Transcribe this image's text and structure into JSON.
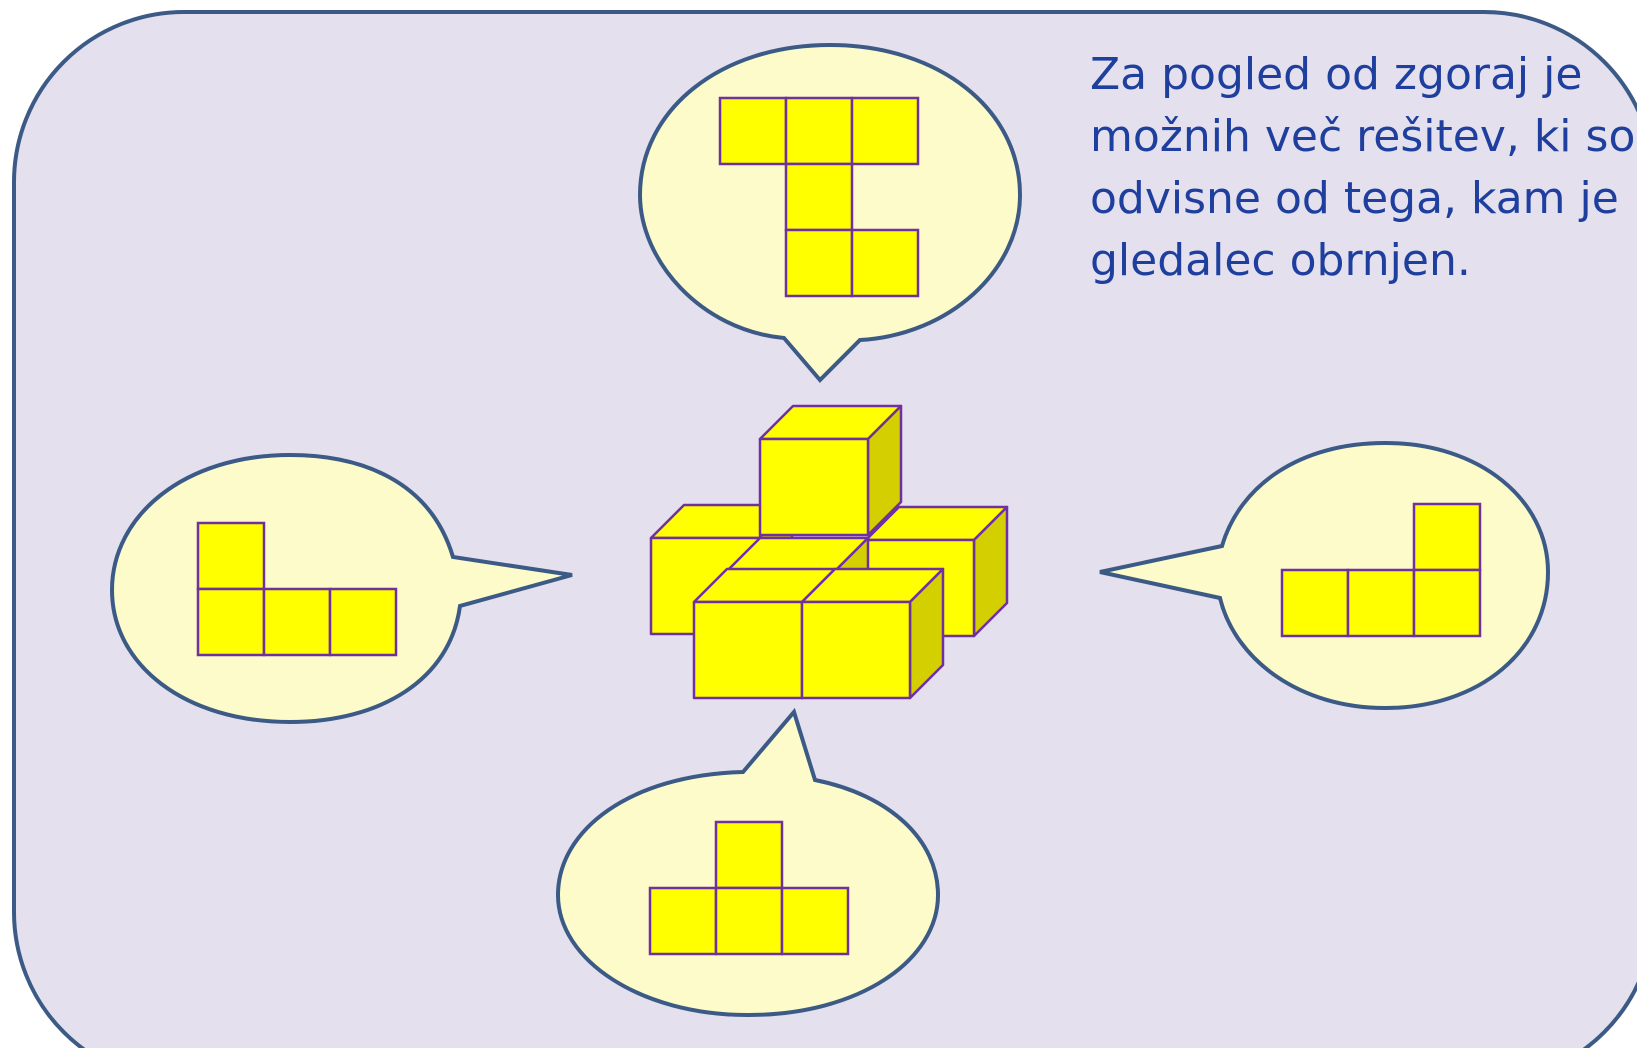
{
  "caption": {
    "lines": [
      "Za pogled od zgoraj je",
      "možnih več rešitev, ki so",
      "odvisne od tega, kam je",
      "gledalec obrnjen."
    ]
  },
  "colors": {
    "panel_fill": "#e4e0ee",
    "panel_border": "#3c5a86",
    "bubble_fill": "#fcfbc9",
    "bubble_border": "#3c5a86",
    "cube_face": "#ffff00",
    "cube_side": "#d3cf00",
    "cube_edge": "#7030a0",
    "caption_text": "#1f3f9f"
  },
  "views": [
    {
      "name": "top-view",
      "bubble": "top",
      "cells": [
        [
          0,
          0
        ],
        [
          1,
          0
        ],
        [
          2,
          0
        ],
        [
          1,
          1
        ],
        [
          1,
          2
        ],
        [
          2,
          2
        ]
      ]
    },
    {
      "name": "left-view",
      "bubble": "left",
      "cells": [
        [
          0,
          0
        ],
        [
          0,
          1
        ],
        [
          1,
          1
        ],
        [
          2,
          1
        ]
      ]
    },
    {
      "name": "right-view",
      "bubble": "right",
      "cells": [
        [
          2,
          0
        ],
        [
          0,
          1
        ],
        [
          1,
          1
        ],
        [
          2,
          1
        ]
      ]
    },
    {
      "name": "bottom-view",
      "bubble": "bottom",
      "cells": [
        [
          1,
          0
        ],
        [
          0,
          1
        ],
        [
          1,
          1
        ],
        [
          2,
          1
        ]
      ]
    }
  ]
}
